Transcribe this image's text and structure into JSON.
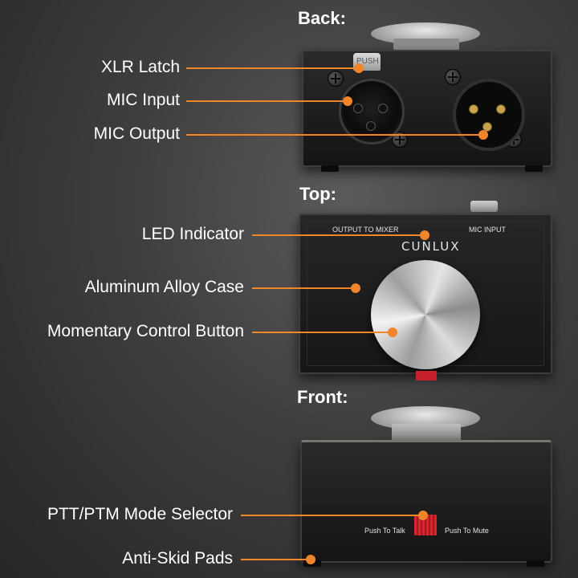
{
  "sections": {
    "back": "Back:",
    "top": "Top:",
    "front": "Front:"
  },
  "labels": {
    "xlr_latch": "XLR Latch",
    "mic_input": "MIC Input",
    "mic_output": "MIC Output",
    "led_indicator": "LED Indicator",
    "aluminum_case": "Aluminum Alloy Case",
    "momentary_button": "Momentary Control Button",
    "mode_selector": "PTT/PTM Mode Selector",
    "anti_skid": "Anti-Skid Pads"
  },
  "device": {
    "push_tag": "PUSH",
    "output_to_mixer": "OUTPUT TO MIXER",
    "mic_input_print": "MIC INPUT",
    "brand": "CUNLUX",
    "push_to_talk": "Push To Talk",
    "push_to_mute": "Push To Mute"
  },
  "colors": {
    "accent": "#f0852a",
    "background": "#3e3e3e",
    "switch_red": "#c8212b"
  }
}
